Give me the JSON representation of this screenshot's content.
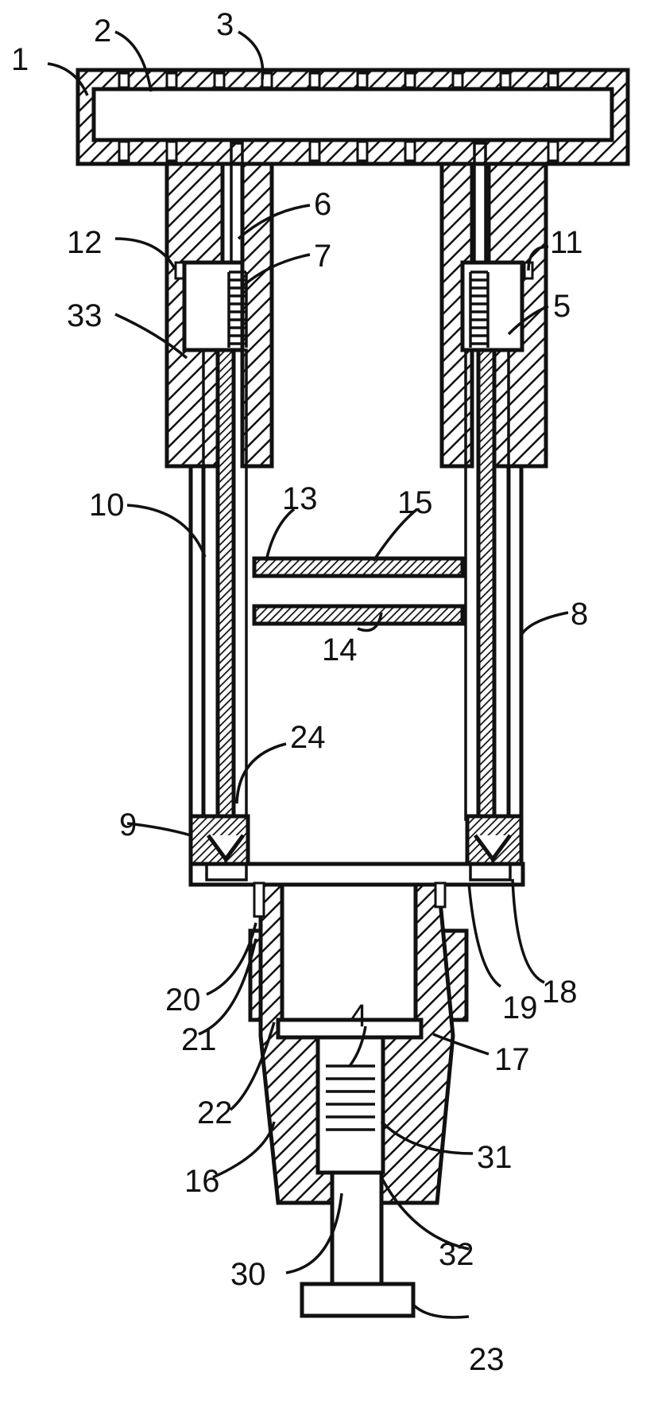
{
  "figure": {
    "labels": {
      "n1": "1",
      "n2": "2",
      "n3": "3",
      "n4": "4",
      "n5": "5",
      "n6": "6",
      "n7": "7",
      "n8": "8",
      "n9": "9",
      "n10": "10",
      "n11": "11",
      "n12": "12",
      "n13": "13",
      "n14": "14",
      "n15": "15",
      "n16": "16",
      "n17": "17",
      "n18": "18",
      "n19": "19",
      "n20": "20",
      "n21": "21",
      "n22": "22",
      "n23": "23",
      "n24": "24",
      "n30": "30",
      "n31": "31",
      "n32": "32",
      "n33": "33"
    }
  }
}
